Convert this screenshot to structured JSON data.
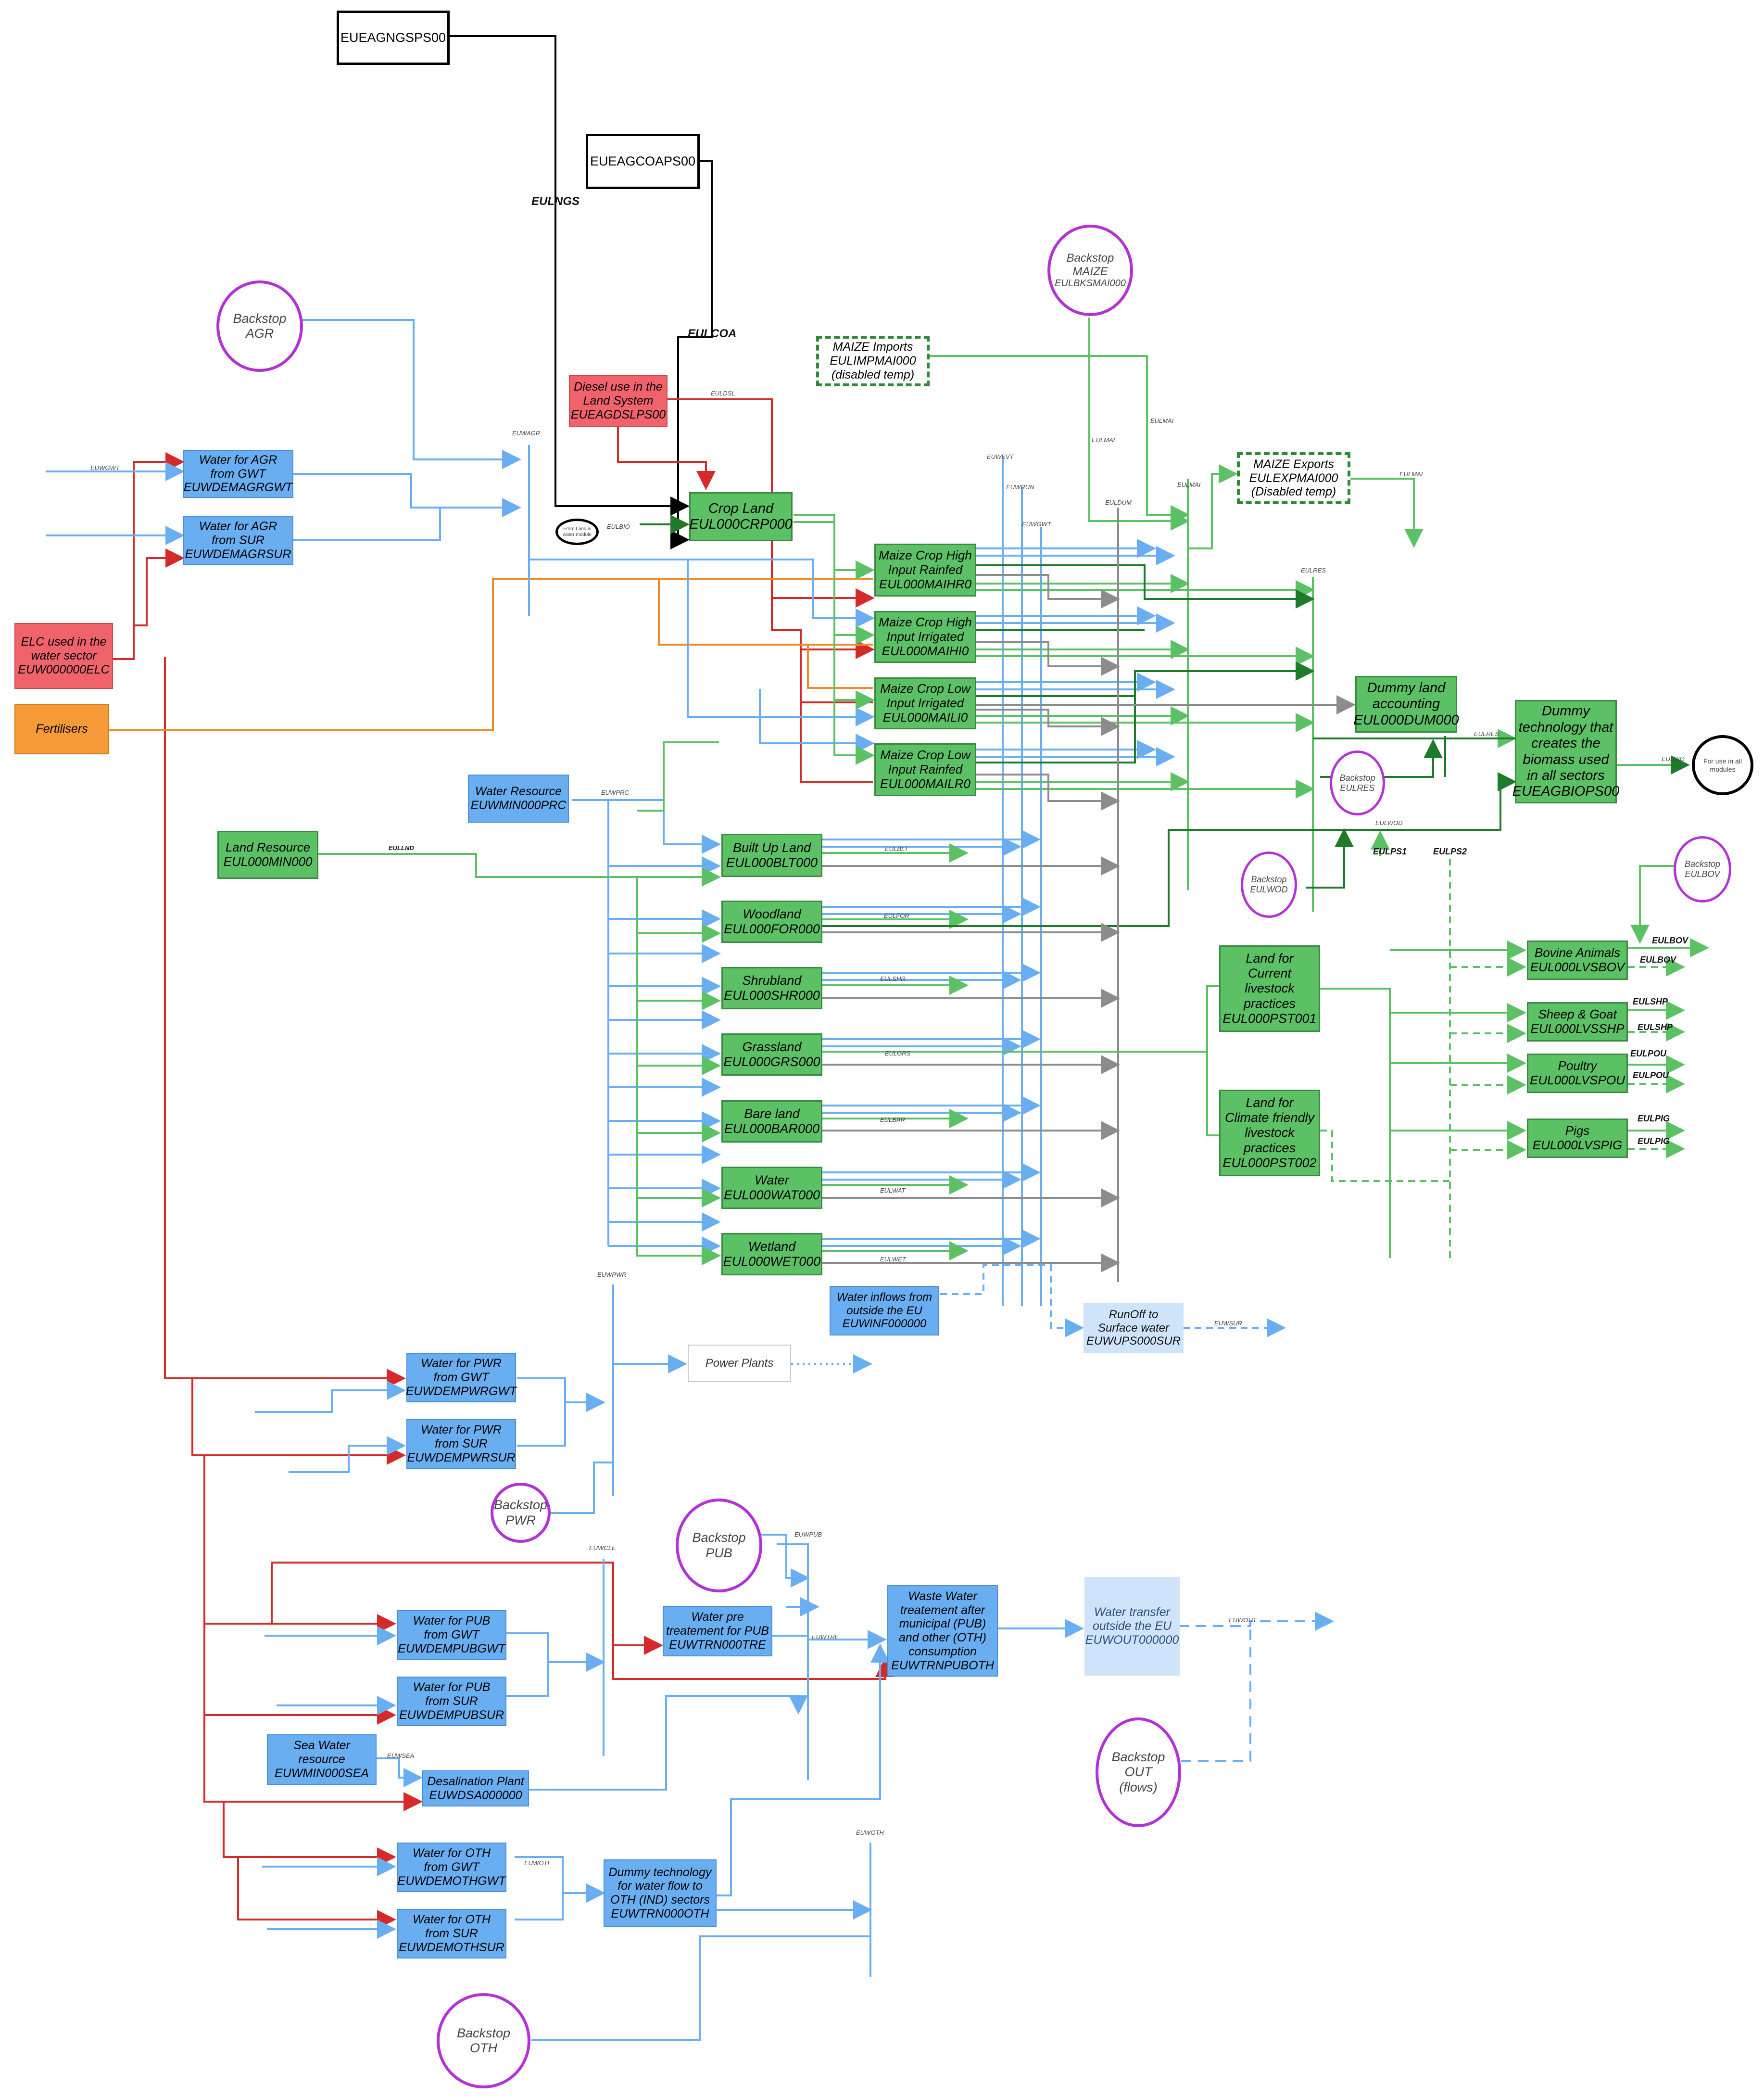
{
  "colors": {
    "land_green": "#5cc065",
    "water_blue": "#6aaef2",
    "outside_lightblue": "#cfe3fa",
    "elc_red": "#f0636a",
    "fertiliser_orange": "#f79a3a",
    "backstop_purple": "#b431d6",
    "flow_red": "#d42a2a",
    "flow_blue": "#6aaef2",
    "flow_green": "#5cc065",
    "flow_darkgreen": "#1f7a2a",
    "flow_grey": "#8c8c8c",
    "flow_orange": "#f08a24"
  },
  "nodes": {
    "euagngs": [
      "EUEAGNGSPS00"
    ],
    "euagcoa": [
      "EUEAGCOAPS00"
    ],
    "backstop_agr": [
      "Backstop",
      "AGR"
    ],
    "backstop_maize": [
      "Backstop",
      "MAIZE",
      "EULBKSMAI000"
    ],
    "maize_imports": [
      "MAIZE Imports",
      "EULIMPMAI000",
      "(disabled temp)"
    ],
    "maize_exports": [
      "MAIZE Exports",
      "EULEXPMAI000",
      "(Disabled temp)"
    ],
    "diesel": [
      "Diesel use in the",
      "Land System",
      "EUEAGDSLPS00"
    ],
    "water_agr_gwt": [
      "Water for AGR",
      "from GWT",
      "EUWDEMAGRGWT"
    ],
    "water_agr_sur": [
      "Water for AGR",
      "from SUR",
      "EUWDEMAGRSUR"
    ],
    "crop_land": [
      "Crop Land",
      "EUL000CRP000"
    ],
    "from_land": [
      "From Land &",
      "water module"
    ],
    "elc": [
      "ELC used in the",
      "water sector",
      "EUW000000ELC"
    ],
    "fertilisers": [
      "Fertilisers"
    ],
    "maize_hr": [
      "Maize Crop High",
      "Input Rainfed",
      "EUL000MAIHR0"
    ],
    "maize_hi": [
      "Maize Crop High",
      "Input Irrigated",
      "EUL000MAIHI0"
    ],
    "maize_li": [
      "Maize Crop Low",
      "Input Irrigated",
      "EUL000MAILI0"
    ],
    "maize_lr": [
      "Maize Crop Low",
      "Input Rainfed",
      "EUL000MAILR0"
    ],
    "dummy_land": [
      "Dummy land",
      "accounting",
      "EUL000DUM000"
    ],
    "dummy_tech": [
      "Dummy",
      "technology that",
      "creates the",
      "biomass used",
      "in all sectors",
      "EUEAGBIOPS00"
    ],
    "for_use": [
      "For use in all",
      "modules"
    ],
    "backstop_eulres": [
      "Backstop",
      "EULRES"
    ],
    "backstop_eulwod": [
      "Backstop",
      "EULWOD"
    ],
    "backstop_eulbov": [
      "Backstop",
      "EULBOV"
    ],
    "water_resource": [
      "Water Resource",
      "EUWMIN000PRC"
    ],
    "land_resource": [
      "Land Resource",
      "EUL000MIN000"
    ],
    "built_up": [
      "Built Up Land",
      "EUL000BLT000"
    ],
    "woodland": [
      "Woodland",
      "EUL000FOR000"
    ],
    "shrubland": [
      "Shrubland",
      "EUL000SHR000"
    ],
    "grassland": [
      "Grassland",
      "EUL000GRS000"
    ],
    "bare_land": [
      "Bare land",
      "EUL000BAR000"
    ],
    "water_land": [
      "Water",
      "EUL000WAT000"
    ],
    "wetland": [
      "Wetland",
      "EUL000WET000"
    ],
    "land_current": [
      "Land for",
      "Current",
      "livestock",
      "practices",
      "EUL000PST001"
    ],
    "land_climate": [
      "Land for",
      "Climate friendly",
      "livestock",
      "practices",
      "EUL000PST002"
    ],
    "bovine": [
      "Bovine Animals",
      "EUL000LVSBOV"
    ],
    "sheep": [
      "Sheep & Goat",
      "EUL000LVSSHP"
    ],
    "poultry": [
      "Poultry",
      "EUL000LVSPOU"
    ],
    "pigs": [
      "Pigs",
      "EUL000LVSPIG"
    ],
    "water_inflows": [
      "Water inflows from",
      "outside the EU",
      "EUWINF000000"
    ],
    "runoff": [
      "RunOff to",
      "Surface water",
      "EUWUPS000SUR"
    ],
    "water_pwr_gwt": [
      "Water for PWR",
      "from GWT",
      "EUWDEMPWRGWT"
    ],
    "water_pwr_sur": [
      "Water for PWR",
      "from SUR",
      "EUWDEMPWRSUR"
    ],
    "power_plants": [
      "Power Plants"
    ],
    "backstop_pwr": [
      "Backstop",
      "PWR"
    ],
    "backstop_pub": [
      "Backstop",
      "PUB"
    ],
    "water_pre": [
      "Water pre",
      "treatement for PUB",
      "EUWTRN000TRE"
    ],
    "waste_water": [
      "Waste Water",
      "treatement after",
      "municipal (PUB)",
      "and other (OTH)",
      "consumption",
      "EUWTRNPUBOTH"
    ],
    "water_transfer": [
      "Water transfer",
      "outside the EU",
      "EUWOUT000000"
    ],
    "water_pub_gwt": [
      "Water for PUB",
      "from GWT",
      "EUWDEMPUBGWT"
    ],
    "water_pub_sur": [
      "Water for PUB",
      "from SUR",
      "EUWDEMPUBSUR"
    ],
    "sea_water": [
      "Sea Water",
      "resource",
      "EUWMIN000SEA"
    ],
    "desalination": [
      "Desalination Plant",
      "EUWDSA000000"
    ],
    "backstop_out": [
      "Backstop",
      "OUT",
      "(flows)"
    ],
    "water_oth_gwt": [
      "Water for OTH",
      "from GWT",
      "EUWDEMOTHGWT"
    ],
    "water_oth_sur": [
      "Water for OTH",
      "from SUR",
      "EUWDEMOTHSUR"
    ],
    "dummy_oth": [
      "Dummy technology",
      "for water flow to",
      "OTH (IND) sectors",
      "EUWTRN000OTH"
    ],
    "backstop_oth": [
      "Backstop",
      "OTH"
    ]
  },
  "flow_labels": {
    "eulngs": "EULNGS",
    "eulcoa": "EULCOA",
    "eulps1": "EULPS1",
    "eulps2": "EULPS2",
    "eulbov_a": "EULBOV",
    "eulbov_b": "EULBOV",
    "eulshp_a": "EULSHP",
    "eulshp_b": "EULSHP",
    "eulpou_a": "EULPOU",
    "eulpou_b": "EULPOU",
    "eulpig_a": "EULPIG",
    "eulpig_b": "EULPIG",
    "euwagr": "EUWAGR",
    "euldsl": "EULDSL",
    "eulbio_crp": "EULBIO",
    "eulbio_out": "EULBIO",
    "eulmai_1": "EULMAI",
    "eulmai_2": "EULMAI",
    "eulmai_3": "EULMAI",
    "eulmai_exp": "EULMAI",
    "eulres": "EULRES",
    "eulres_2": "EULRES",
    "eulwod": "EULWOD",
    "euldum": "EULDUM",
    "euwevt": "EUWEVT",
    "euwrun": "EUWRUN",
    "euwgwt": "EUWGWT",
    "euwprc": "EUWPRC",
    "eulblt": "EULBLT",
    "eulfor": "EULFOR",
    "eulshr": "EULSHR",
    "eulgrs": "EULGRS",
    "eulbar": "EULBAR",
    "eulwat": "EULWAT",
    "eulwet": "EULWET",
    "eullnd": "EULLND",
    "euwsur": "EUWSUR",
    "euwgwt_in": "EUWGWT",
    "euwpwr": "EUWPWR",
    "euwcle": "EUWCLE",
    "euwpub": "EUWPUB",
    "euwtre": "EUWTRE",
    "euwsea": "EUWSEA",
    "euwoth": "EUWOTH",
    "euwoti": "EUWOTI",
    "euwout": "EUWOUT"
  }
}
